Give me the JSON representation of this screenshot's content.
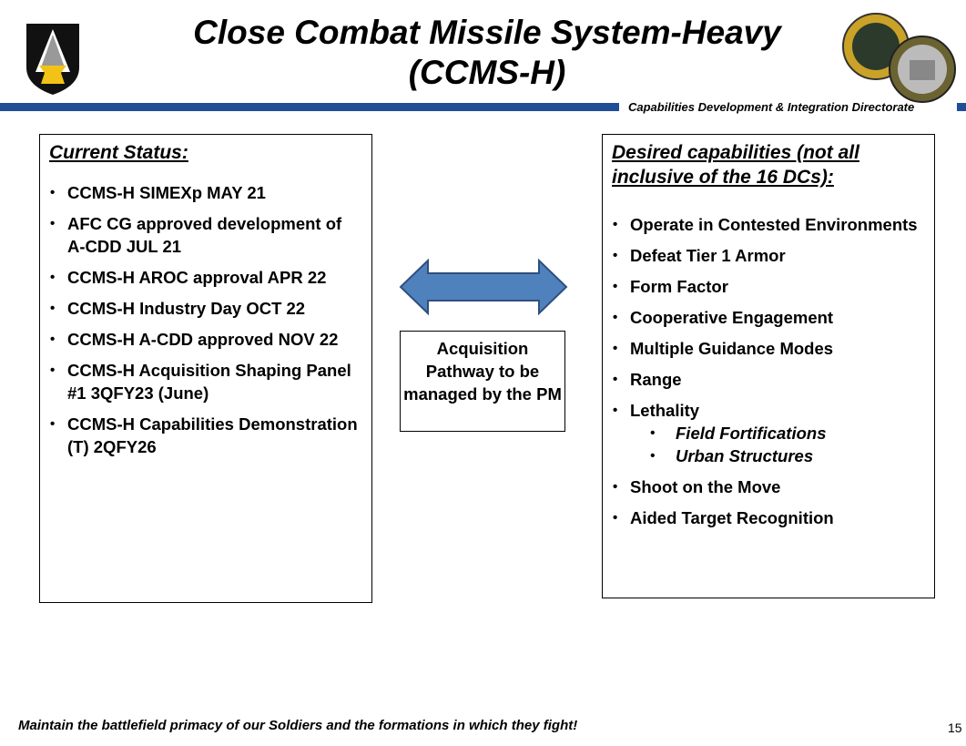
{
  "header": {
    "title_line1": "Close Combat Missile System-Heavy",
    "title_line2": "(CCMS-H)",
    "directorate": "Capabilities Development & Integration Directorate",
    "accent_color": "#1f4e96"
  },
  "current_status": {
    "heading": "Current Status:",
    "items": [
      "CCMS-H SIMEXp MAY 21",
      "AFC CG approved development of A-CDD JUL 21",
      "CCMS-H AROC approval APR 22",
      "CCMS-H Industry Day OCT 22",
      "CCMS-H A-CDD approved NOV 22",
      "CCMS-H Acquisition Shaping Panel #1 3QFY23 (June)",
      "CCMS-H Capabilities Demonstration (T) 2QFY26"
    ]
  },
  "center": {
    "acquisition_text": "Acquisition Pathway to be managed by the PM"
  },
  "desired": {
    "heading": "Desired capabilities (not all inclusive of the 16 DCs):",
    "items": [
      "Operate in Contested Environments",
      "Defeat Tier 1 Armor",
      "Form Factor",
      "Cooperative Engagement",
      "Multiple Guidance Modes",
      "Range",
      "Lethality",
      "Shoot on the Move",
      "Aided Target Recognition"
    ],
    "lethality_sub": [
      "Field Fortifications",
      "Urban Structures"
    ]
  },
  "footer": {
    "motto": "Maintain the battlefield primacy of our Soldiers and the formations in which they fight!",
    "page_number": "15"
  }
}
